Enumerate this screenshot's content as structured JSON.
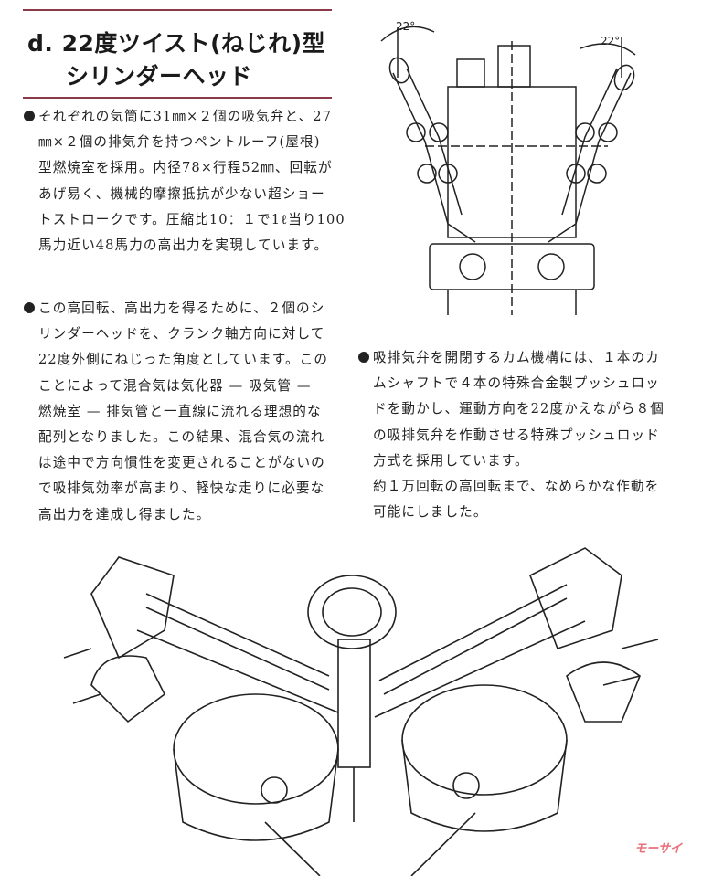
{
  "title": {
    "line1": "d.  22度ツイスト(ねじれ)型",
    "line2": "シリンダーヘッド"
  },
  "paragraph1": [
    "それぞれの気筒に31㎜×２個の吸気弁と、27",
    "㎜×２個の排気弁を持つペントルーフ(屋根)",
    "型燃焼室を採用。内径78×行程52㎜、回転が",
    "あげ易く、機械的摩擦抵抗が少ない超ショー",
    "トストロークです。圧縮比10：１で1ℓ当り100",
    "馬力近い48馬力の高出力を実現しています。"
  ],
  "paragraph2": [
    "この高回転、高出力を得るために、２個のシ",
    "リンダーヘッドを、クランク軸方向に対して",
    "22度外側にねじった角度としています。この",
    "ことによって混合気は気化器 — 吸気管 —",
    "燃焼室 — 排気管と一直線に流れる理想的な",
    "配列となりました。この結果、混合気の流れ",
    "は途中で方向慣性を変更されることがないの",
    "で吸排気効率が高まり、軽快な走りに必要な",
    "高出力を達成し得ました。"
  ],
  "paragraph3": [
    "吸排気弁を開閉するカム機構には、１本のカ",
    "ムシャフトで４本の特殊合金製プッシュロッ",
    "ドを動かし、運動方向を22度かえながら８個",
    "の吸排気弁を作動させる特殊プッシュロッド",
    "方式を採用しています。",
    "約１万回転の高回転まで、なめらかな作動を",
    "可能にしました。"
  ],
  "diagram": {
    "angle_left": "22°",
    "angle_right": "22°"
  },
  "watermark": "モーサイ",
  "colors": {
    "rule": "#8c3a4a",
    "watermark": "#e8707a"
  }
}
